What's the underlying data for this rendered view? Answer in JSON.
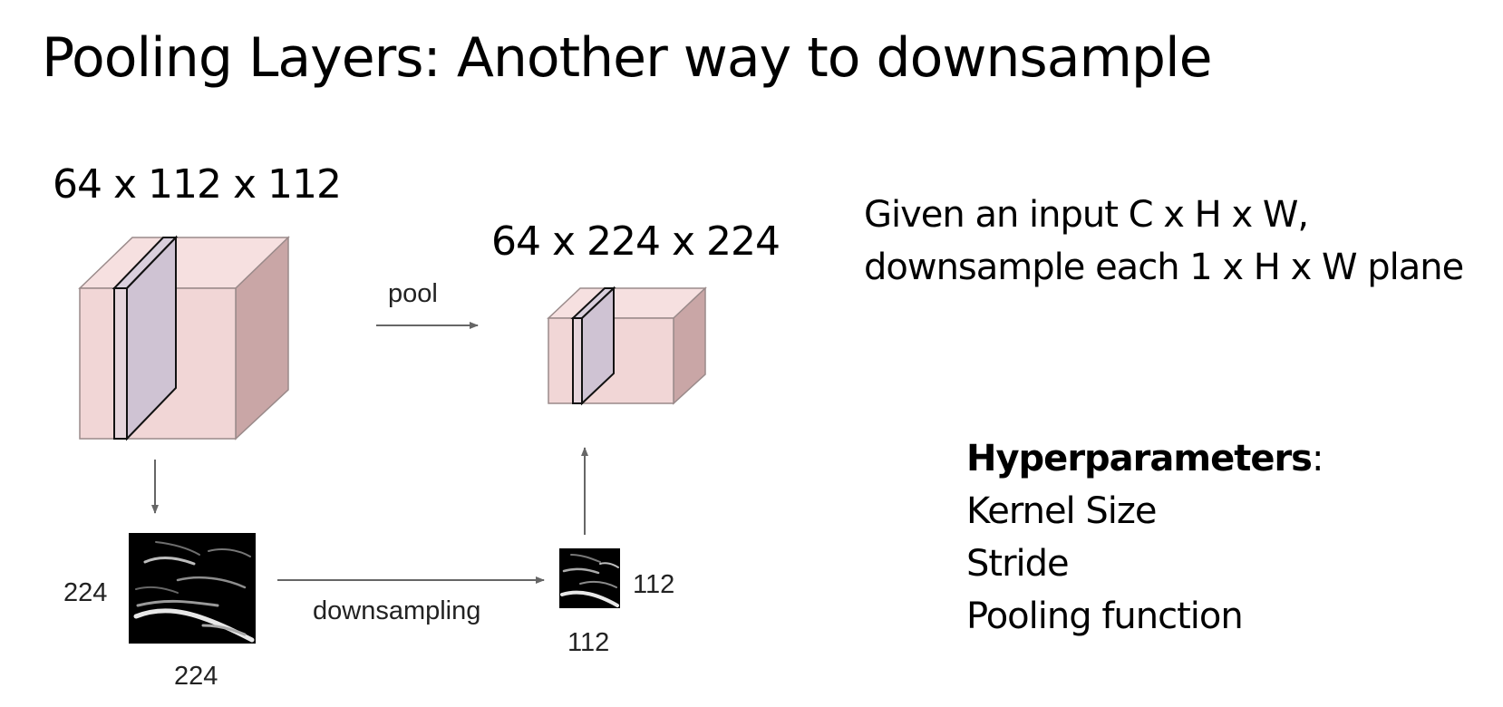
{
  "slide": {
    "title": "Pooling Layers: Another way to downsample"
  },
  "diagram": {
    "input_volume_label": "64 x 112 x 112",
    "output_volume_label": "64 x 224 x 224",
    "pool_arrow_label": "pool",
    "downsampling_arrow_label": "downsampling",
    "large_slice_height": "224",
    "large_slice_width": "224",
    "small_slice_height": "112",
    "small_slice_width": "112",
    "colors": {
      "volume_front": "#f1d6d6",
      "volume_top": "#f6e0e0",
      "volume_side": "#c9a6a6",
      "slice_face": "#cfc3d3",
      "arrow": "#666666"
    }
  },
  "description": {
    "line1": "Given an input C x H x W,",
    "line2": "downsample each 1 x H x W plane"
  },
  "hyperparameters": {
    "heading": "Hyperparameters",
    "heading_suffix": ":",
    "items": [
      "Kernel Size",
      "Stride",
      "Pooling function"
    ]
  }
}
